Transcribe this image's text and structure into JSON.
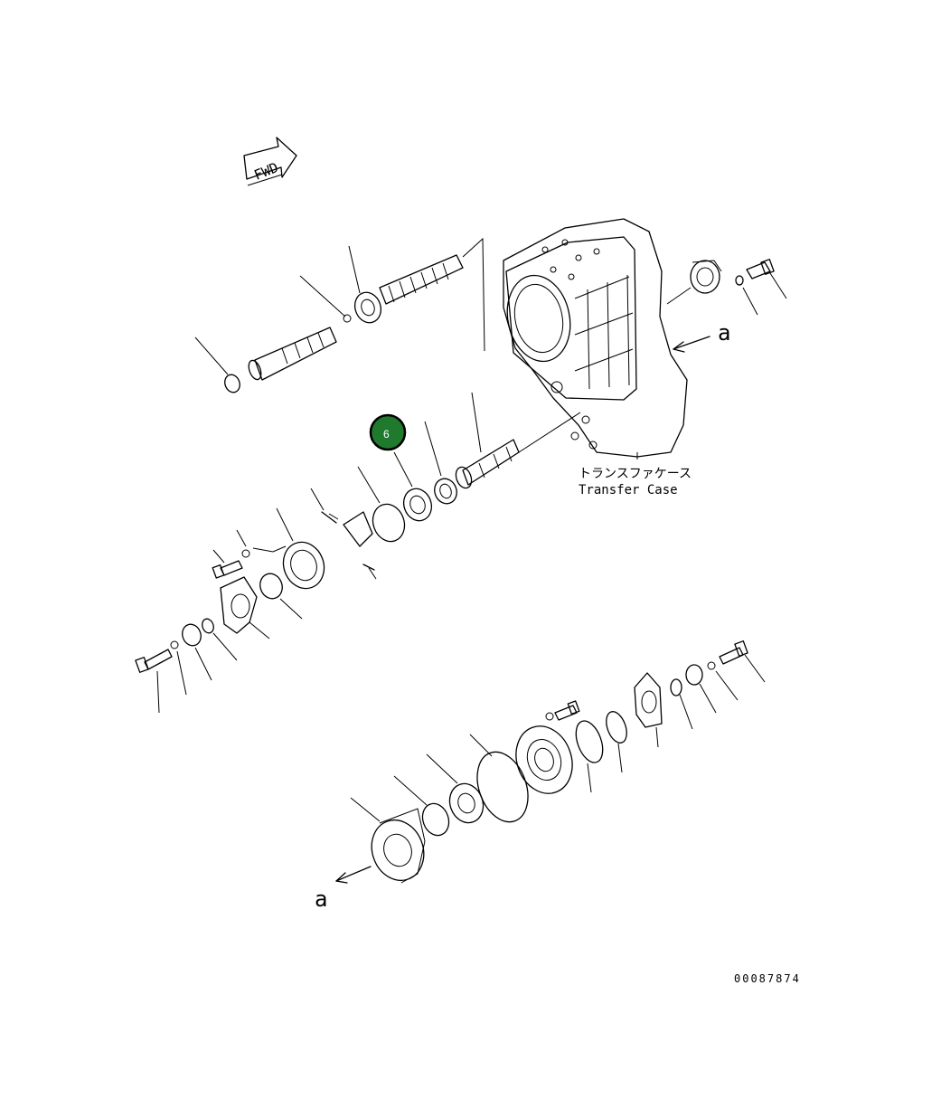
{
  "direction_arrow": {
    "text": "FWD"
  },
  "assembly": {
    "label_jp": "トランスファケース",
    "label_en": "Transfer Case"
  },
  "view_marks": {
    "upper": "a",
    "lower": "a"
  },
  "callout": {
    "number": "6",
    "color": "#1f7a2e"
  },
  "drawing_number": "00087874"
}
